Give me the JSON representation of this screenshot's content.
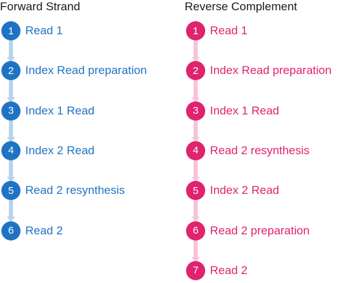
{
  "forward": {
    "title": "Forward Strand",
    "steps": [
      {
        "num": "1",
        "label": "Read 1"
      },
      {
        "num": "2",
        "label": "Index Read preparation"
      },
      {
        "num": "3",
        "label": "Index 1 Read"
      },
      {
        "num": "4",
        "label": "Index 2 Read"
      },
      {
        "num": "5",
        "label": "Read 2 resynthesis"
      },
      {
        "num": "6",
        "label": "Read 2"
      }
    ]
  },
  "reverse": {
    "title": "Reverse Complement",
    "steps": [
      {
        "num": "1",
        "label": "Read 1"
      },
      {
        "num": "2",
        "label": "Index Read preparation"
      },
      {
        "num": "3",
        "label": "Index 1 Read"
      },
      {
        "num": "4",
        "label": "Read 2 resynthesis"
      },
      {
        "num": "5",
        "label": "Index 2 Read"
      },
      {
        "num": "6",
        "label": "Read 2 preparation"
      },
      {
        "num": "7",
        "label": "Read 2"
      }
    ]
  },
  "colors": {
    "forward_accent": "#1f73c4",
    "forward_arrow": "#b7d3ee",
    "reverse_accent": "#e0226f",
    "reverse_arrow": "#f8c3d8"
  }
}
